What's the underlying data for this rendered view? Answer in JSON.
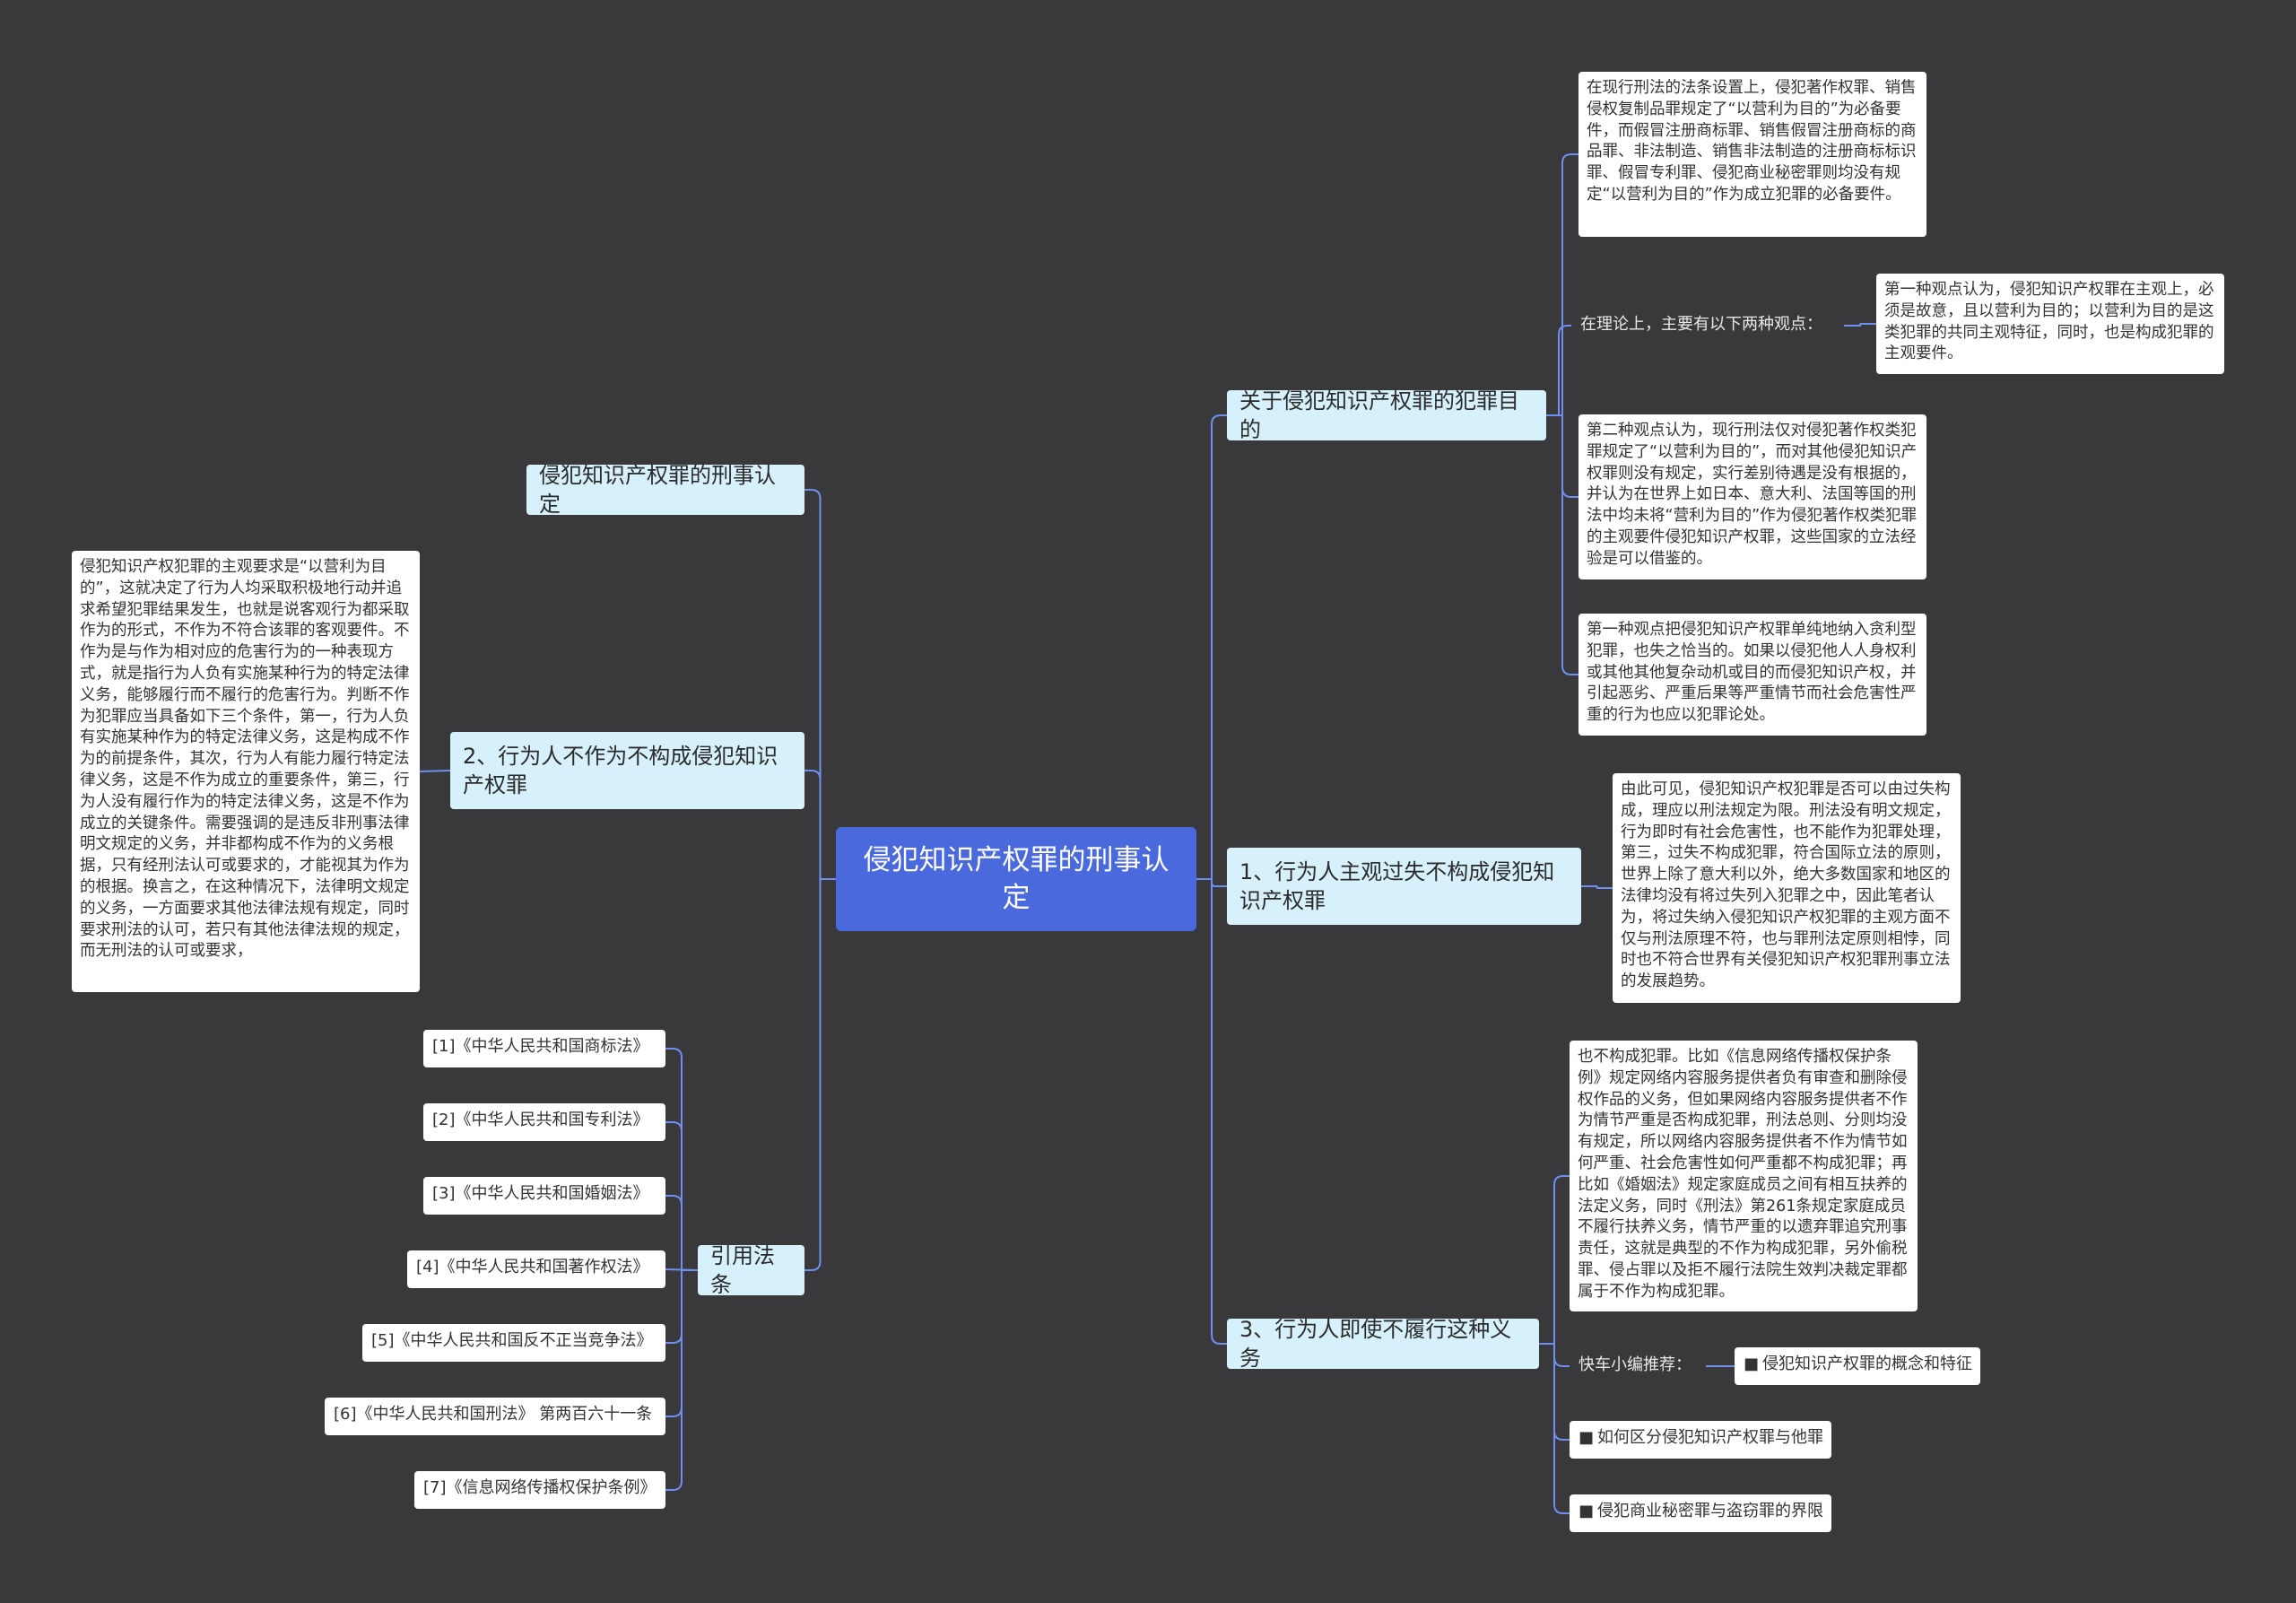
{
  "root": {
    "label": "侵犯知识产权罪的刑事认定"
  },
  "left": {
    "title_topic": "侵犯知识产权罪的刑事认定",
    "topic2": {
      "label": "2、行为人不作为不构成侵犯知识产权罪",
      "detail": "侵犯知识产权犯罪的主观要求是“以营利为目的”，这就决定了行为人均采取积极地行动并追求希望犯罪结果发生，也就是说客观行为都采取作为的形式，不作为不符合该罪的客观要件。不作为是与作为相对应的危害行为的一种表现方式，就是指行为人负有实施某种行为的特定法律义务，能够履行而不履行的危害行为。判断不作为犯罪应当具备如下三个条件，第一，行为人负有实施某种作为的特定法律义务，这是构成不作为的前提条件，其次，行为人有能力履行特定法律义务，这是不作为成立的重要条件，第三，行为人没有履行作为的特定法律义务，这是不作为成立的关键条件。需要强调的是违反非刑事法律明文规定的义务，并非都构成不作为的义务根据，只有经刑法认可或要求的，才能视其为作为的根据。换言之，在这种情况下，法律明文规定的义务，一方面要求其他法律法规有规定，同时要求刑法的认可，若只有其他法律法规的规定，而无刑法的认可或要求，"
    },
    "citations": {
      "label": "引用法条",
      "items": [
        "[1]《中华人民共和国商标法》",
        "[2]《中华人民共和国专利法》",
        "[3]《中华人民共和国婚姻法》",
        "[4]《中华人民共和国著作权法》",
        "[5]《中华人民共和国反不正当竞争法》",
        "[6]《中华人民共和国刑法》 第两百六十一条",
        "[7]《信息网络传播权保护条例》"
      ]
    }
  },
  "right": {
    "purpose": {
      "label": "关于侵犯知识产权罪的犯罪目的",
      "detail1": "在现行刑法的法条设置上，侵犯著作权罪、销售侵权复制品罪规定了“以营利为目的”为必备要件，而假冒注册商标罪、销售假冒注册商标的商品罪、非法制造、销售非法制造的注册商标标识罪、假冒专利罪、侵犯商业秘密罪则均没有规定“以营利为目的”作为成立犯罪的必备要件。",
      "theory_label": "在理论上，主要有以下两种观点：",
      "theory_detail": "第一种观点认为，侵犯知识产权罪在主观上，必须是故意，且以营利为目的；以营利为目的是这类犯罪的共同主观特征，同时，也是构成犯罪的主观要件。",
      "detail2": "第二种观点认为，现行刑法仅对侵犯著作权类犯罪规定了“以营利为目的”，而对其他侵犯知识产权罪则没有规定，实行差别待遇是没有根据的，并认为在世界上如日本、意大利、法国等国的刑法中均未将“营利为目的”作为侵犯著作权类犯罪的主观要件侵犯知识产权罪，这些国家的立法经验是可以借鉴的。",
      "detail3": "第一种观点把侵犯知识产权罪单纯地纳入贪利型犯罪，也失之恰当的。如果以侵犯他人人身权利或其他其他复杂动机或目的而侵犯知识产权，并引起恶劣、严重后果等严重情节而社会危害性严重的行为也应以犯罪论处。"
    },
    "topic1": {
      "label": "1、行为人主观过失不构成侵犯知识产权罪",
      "detail": "由此可见，侵犯知识产权犯罪是否可以由过失构成，理应以刑法规定为限。刑法没有明文规定，行为即时有社会危害性，也不能作为犯罪处理，第三，过失不构成犯罪，符合国际立法的原则，世界上除了意大利以外，绝大多数国家和地区的法律均没有将过失列入犯罪之中，因此笔者认为，将过失纳入侵犯知识产权犯罪的主观方面不仅与刑法原理不符，也与罪刑法定原则相悖，同时也不符合世界有关侵犯知识产权犯罪刑事立法的发展趋势。"
    },
    "topic3": {
      "label": "3、行为人即使不履行这种义务",
      "detail": "也不构成犯罪。比如《信息网络传播权保护条例》规定网络内容服务提供者负有审查和删除侵权作品的义务，但如果网络内容服务提供者不作为情节严重是否构成犯罪，刑法总则、分则均没有规定，所以网络内容服务提供者不作为情节如何严重、社会危害性如何严重都不构成犯罪；再比如《婚姻法》规定家庭成员之间有相互扶养的法定义务，同时《刑法》第261条规定家庭成员不履行扶养义务，情节严重的以遗弃罪追究刑事责任，这就是典型的不作为构成犯罪，另外偷税罪、侵占罪以及拒不履行法院生效判决裁定罪都属于不作为构成犯罪。",
      "recommend_label": "快车小编推荐：",
      "recommend_1": "侵犯知识产权罪的概念和特征",
      "recommend_2": "如何区分侵犯知识产权罪与他罪",
      "recommend_3": "侵犯商业秘密罪与盗窃罪的界限",
      "bullet": "■"
    }
  },
  "colors": {
    "line": "#6f8ef0",
    "root": "#4a69dd",
    "topic": "#d6f1fb"
  }
}
